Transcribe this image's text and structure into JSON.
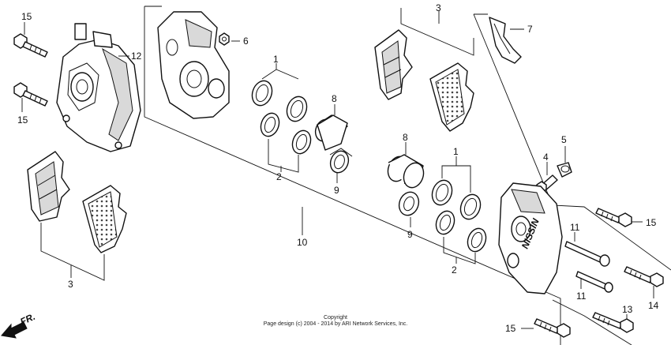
{
  "callouts": {
    "c15a": "15",
    "c12": "12",
    "c15b": "15",
    "c3a": "3",
    "c6": "6",
    "c1a": "1",
    "c8a": "8",
    "c2a": "2",
    "c9a": "9",
    "c10": "10",
    "c3b": "3",
    "c7": "7",
    "c8b": "8",
    "c1b": "1",
    "c4": "4",
    "c5": "5",
    "c9b": "9",
    "c2b": "2",
    "c15c": "15",
    "c11a": "11",
    "c11b": "11",
    "c14": "14",
    "c13": "13",
    "c15d": "15"
  },
  "fr_label": "FR.",
  "caliper_marking": "NISSIN",
  "copyright": {
    "line1": "Copyright",
    "line2": "Page design (c) 2004 - 2014 by ARI Network Services, Inc."
  }
}
